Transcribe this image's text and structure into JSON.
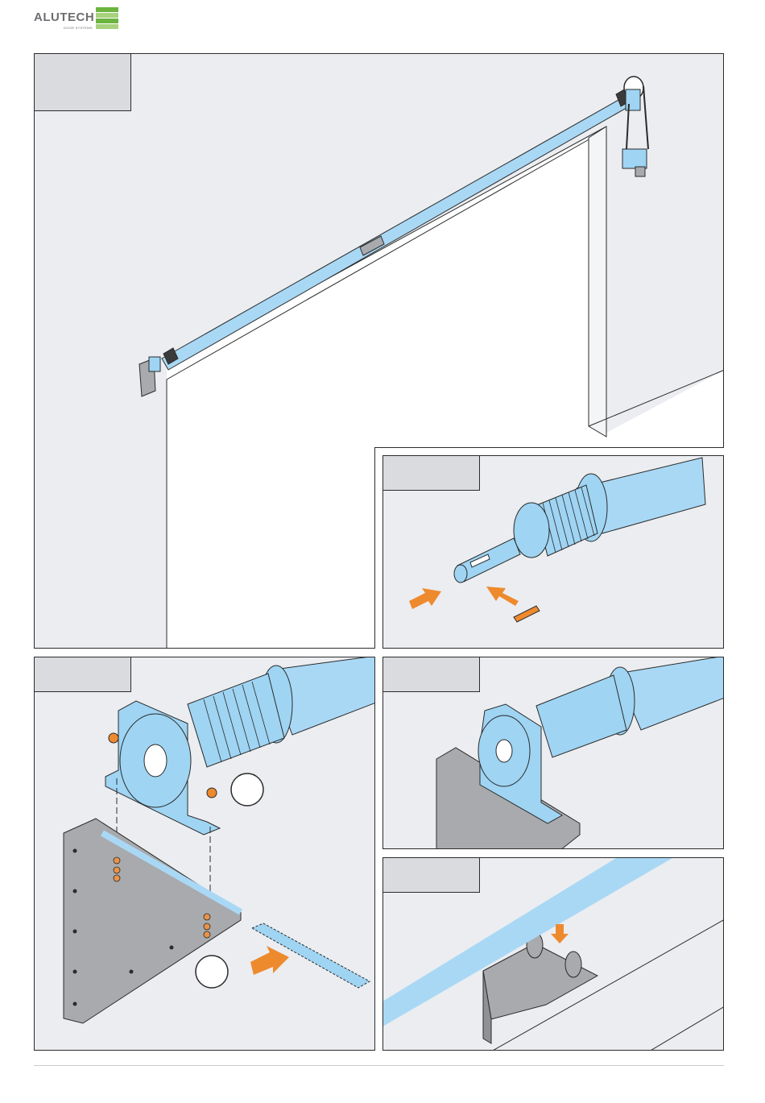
{
  "brand": {
    "name": "ALUTECH",
    "tagline": "DOOR SYSTEMS",
    "colors": {
      "gray": "#6d6e71",
      "green": "#6cb33f",
      "light_green": "#a8d27d"
    }
  },
  "colors": {
    "shaft": "#a9d8f5",
    "part": "#9fd4f3",
    "outline": "#2b2b2b",
    "arrow": "#ee8a2e",
    "washer": "#e8934a",
    "bracket": "#a8aaad",
    "panel_bg": "#ebedf0",
    "tag_bg": "#d9dbde"
  },
  "panels": [
    {
      "id": "overview"
    },
    {
      "id": "shaft-key-removal"
    },
    {
      "id": "bracket-mounting"
    },
    {
      "id": "bracket-assembled"
    },
    {
      "id": "center-bearing"
    }
  ]
}
